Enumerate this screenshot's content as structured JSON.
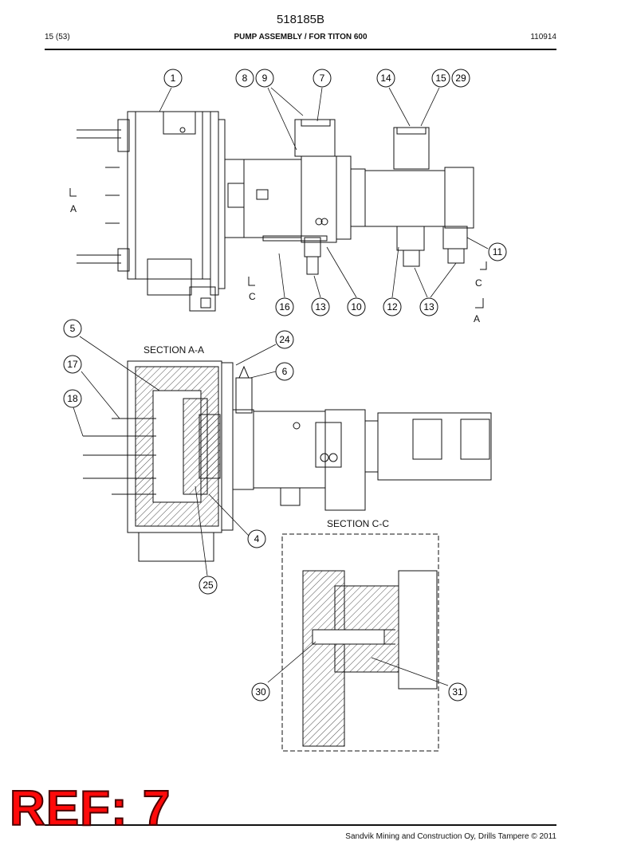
{
  "header": {
    "doc_number": "518185B",
    "page": "15 (53)",
    "title": "PUMP ASSEMBLY / FOR TITON 600",
    "date": "110914"
  },
  "labels": {
    "section_aa": "SECTION A-A",
    "section_cc": "SECTION C-C",
    "view_a_left": "A",
    "view_a_right": "A",
    "view_c_left": "C",
    "view_c_right": "C"
  },
  "callouts": {
    "c1": "1",
    "c8": "8",
    "c9": "9",
    "c7": "7",
    "c14": "14",
    "c15": "15",
    "c29": "29",
    "c11": "11",
    "c16": "16",
    "c13a": "13",
    "c10": "10",
    "c12": "12",
    "c13b": "13",
    "c5": "5",
    "c24": "24",
    "c6": "6",
    "c17": "17",
    "c18": "18",
    "c4": "4",
    "c25": "25",
    "c30": "30",
    "c31": "31"
  },
  "ref_stamp": "REF: 7",
  "footer": "Sandvik Mining and Construction Oy, Drills Tampere © 2011"
}
